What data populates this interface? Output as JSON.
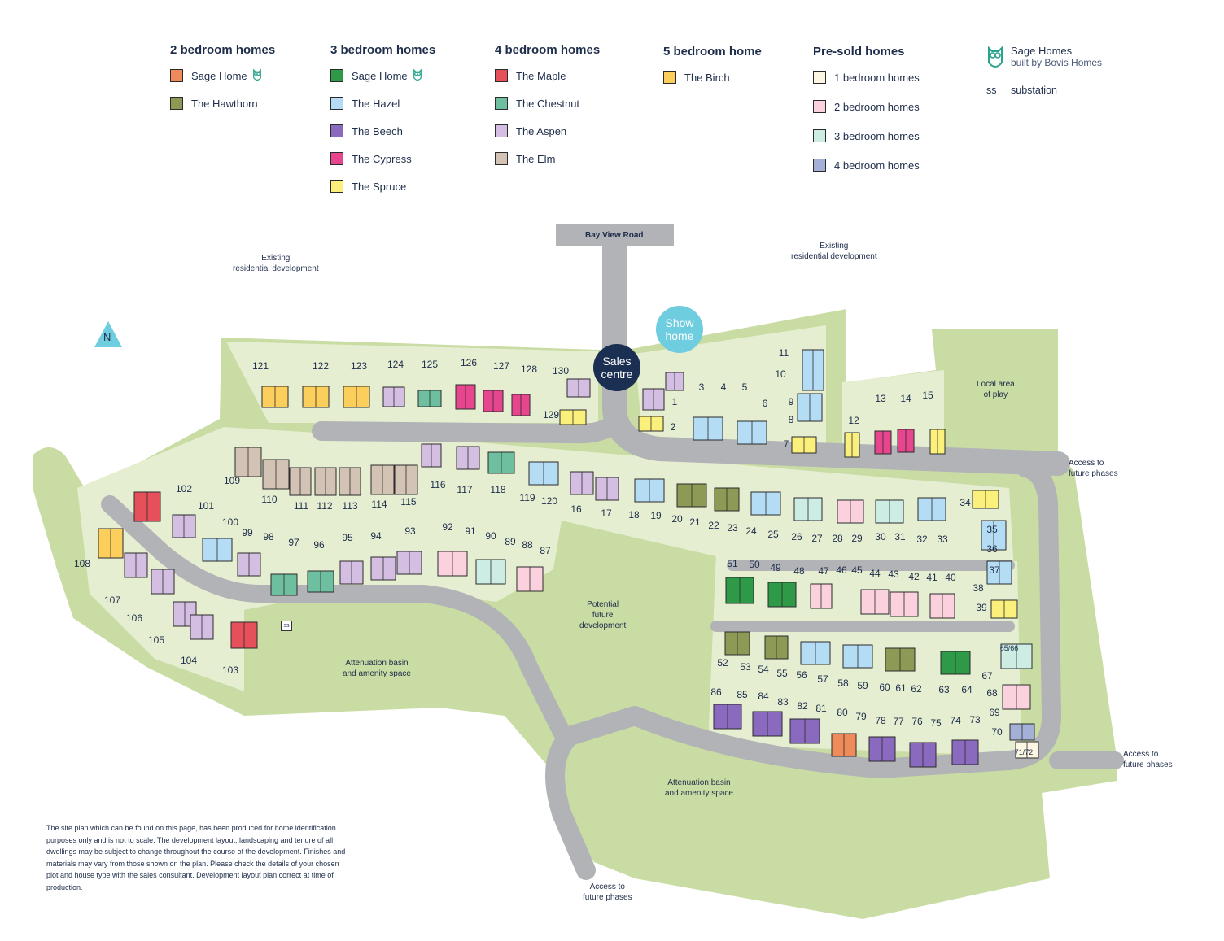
{
  "legend": {
    "two_bed": {
      "title": "2 bedroom homes",
      "items": [
        {
          "label": "Sage Home",
          "color": "#ef8a5a",
          "owl": true
        },
        {
          "label": "The Hawthorn",
          "color": "#8c9a56"
        }
      ]
    },
    "three_bed": {
      "title": "3 bedroom homes",
      "items": [
        {
          "label": "Sage Home",
          "color": "#2e9a47",
          "owl": true
        },
        {
          "label": "The Hazel",
          "color": "#b5dcf5"
        },
        {
          "label": "The Beech",
          "color": "#8a6abf"
        },
        {
          "label": "The Cypress",
          "color": "#e8458f"
        },
        {
          "label": "The Spruce",
          "color": "#fbf07c"
        }
      ]
    },
    "four_bed": {
      "title": "4 bedroom homes",
      "items": [
        {
          "label": "The Maple",
          "color": "#e6505a"
        },
        {
          "label": "The Chestnut",
          "color": "#6dbfa0"
        },
        {
          "label": "The Aspen",
          "color": "#d4bfe3"
        },
        {
          "label": "The Elm",
          "color": "#d3c3b5"
        }
      ]
    },
    "five_bed": {
      "title": "5 bedroom home",
      "items": [
        {
          "label": "The Birch",
          "color": "#fcce5c"
        }
      ]
    },
    "pre_sold": {
      "title": "Pre-sold homes",
      "items": [
        {
          "label": "1 bedroom homes",
          "color": "#fcf6e3"
        },
        {
          "label": "2 bedroom homes",
          "color": "#fad1dc"
        },
        {
          "label": "3 bedroom homes",
          "color": "#cdece4"
        },
        {
          "label": "4 bedroom homes",
          "color": "#a4b0d8"
        }
      ]
    },
    "extra": {
      "sage_line1": "Sage Homes",
      "sage_line2": "built by Bovis Homes",
      "ss_abbr": "ss",
      "ss_label": "substation"
    }
  },
  "map_labels": {
    "bay_view_road": "Bay View Road",
    "existing_left": "Existing\nresidential development",
    "existing_right": "Existing\nresidential development",
    "local_play": "Local area\nof play",
    "access_east_1": "Access to\nfuture phases",
    "access_east_2": "Access to\nfuture phases",
    "access_south": "Access to\nfuture phases",
    "potential_future": "Potential\nfuture\ndevelopment",
    "attenuation_left": "Attenuation basin\nand amenity space",
    "attenuation_right": "Attenuation basin\nand amenity space",
    "north": "N",
    "sales_centre": "Sales\ncentre",
    "show_home": "Show\nhome",
    "ss_marker": "ss"
  },
  "plot_numbers": [
    "121",
    "122",
    "123",
    "124",
    "125",
    "126",
    "127",
    "128",
    "130",
    "129",
    "3",
    "4",
    "5",
    "11",
    "10",
    "9",
    "8",
    "7",
    "6",
    "13",
    "14",
    "15",
    "12",
    "1",
    "2",
    "109",
    "110",
    "111",
    "112",
    "113",
    "114",
    "115",
    "116",
    "117",
    "118",
    "119",
    "120",
    "16",
    "17",
    "18",
    "19",
    "20",
    "21",
    "22",
    "23",
    "24",
    "25",
    "26",
    "27",
    "28",
    "29",
    "30",
    "31",
    "32",
    "33",
    "34",
    "35",
    "36",
    "37",
    "38",
    "39",
    "102",
    "101",
    "100",
    "99",
    "98",
    "97",
    "96",
    "95",
    "94",
    "93",
    "92",
    "91",
    "90",
    "89",
    "88",
    "87",
    "108",
    "107",
    "106",
    "105",
    "104",
    "103",
    "51",
    "50",
    "49",
    "48",
    "47",
    "46",
    "45",
    "44",
    "43",
    "42",
    "41",
    "40",
    "52",
    "53",
    "54",
    "55",
    "56",
    "57",
    "58",
    "59",
    "60",
    "61",
    "62",
    "63",
    "64",
    "67",
    "68",
    "69",
    "70",
    "86",
    "85",
    "84",
    "83",
    "82",
    "81",
    "80",
    "79",
    "78",
    "77",
    "76",
    "75",
    "74",
    "73"
  ],
  "pair_labels": [
    "65/66",
    "71/72"
  ],
  "disclaimer": "The site plan which can be found on this page, has been produced for home identification purposes only and is not to scale. The development layout, landscaping and tenure of all dwellings may be subject to change throughout the course of the development. Finishes and materials may vary from those shown on the plan. Please check the details of your chosen plot and house type with the sales consultant. Development layout plan correct at time of production."
}
